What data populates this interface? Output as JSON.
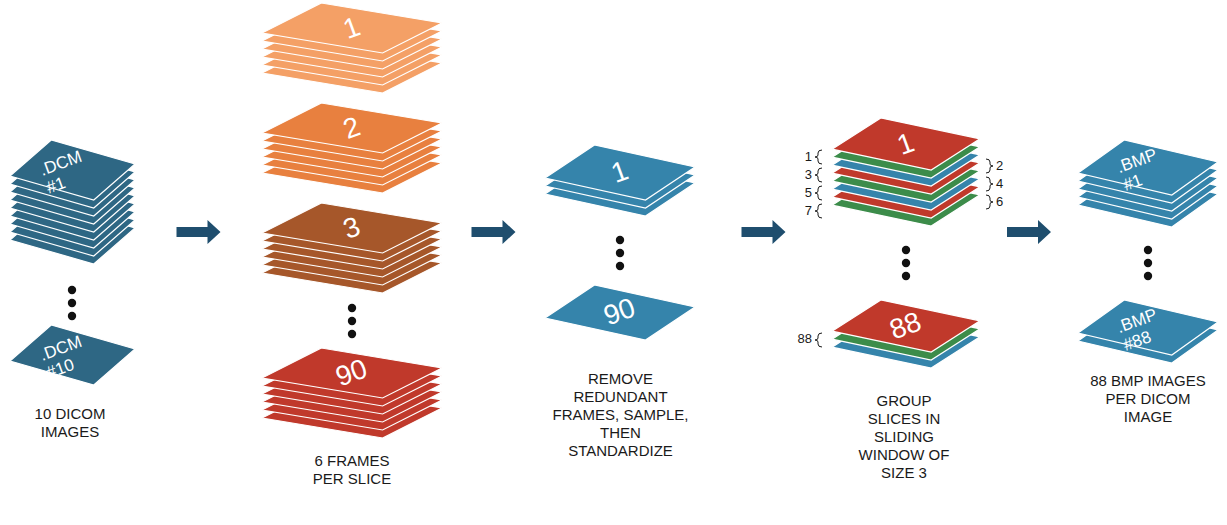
{
  "diagram": {
    "nodes": [
      {
        "text": [
          ".DCM #1"
        ]
      },
      {
        "text": [
          ".DCM #10"
        ]
      },
      {
        "text": [
          "1"
        ]
      },
      {
        "text": [
          "2"
        ]
      },
      {
        "text": [
          "3"
        ]
      },
      {
        "text": [
          "90"
        ]
      },
      {
        "text": [
          "1"
        ]
      },
      {
        "text": [
          "90"
        ]
      },
      {
        "text": [
          "1"
        ]
      },
      {
        "text": [
          "88"
        ]
      },
      {
        "text": [
          ".BMP #1"
        ]
      },
      {
        "text": [
          ".BMP #88"
        ]
      }
    ],
    "edges": [
      {
        "from": 0,
        "to": 4,
        "arrow": "to"
      },
      {
        "from": 4,
        "to": 6,
        "arrow": "to"
      },
      {
        "from": 6,
        "to": 8,
        "arrow": "to"
      },
      {
        "from": 8,
        "to": 10,
        "arrow": "to"
      }
    ],
    "labels": [
      "10 DICOM IMAGES",
      "6 FRAMES PER SLICE",
      "REMOVE REDUNDANT FRAMES, SAMPLE, THEN STANDARDIZE",
      "1",
      "3",
      "5",
      "7",
      "2",
      "4",
      "6",
      "88",
      "GROUP SLICES IN SLIDING WINDOW OF SIZE 3",
      "88 BMP IMAGES PER DICOM IMAGE"
    ]
  }
}
